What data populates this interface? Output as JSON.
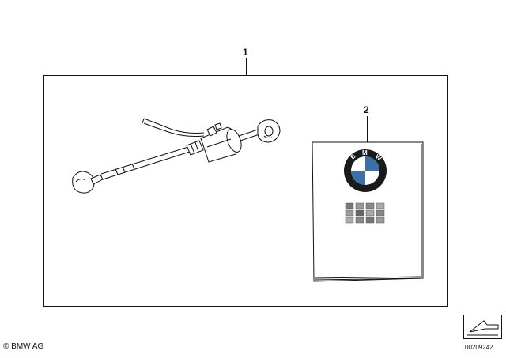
{
  "callouts": {
    "part_1": "1",
    "part_2": "2"
  },
  "booklet": {
    "brand": "BMW"
  },
  "footer": {
    "copyright": "© BMW AG",
    "diagram_number": "00209242"
  },
  "colors": {
    "line": "#111111",
    "logo_blue": "#3a6fa8",
    "logo_ring": "#1a1a1a"
  },
  "icons": [
    "cable-assembly-icon",
    "manual-booklet-icon",
    "bmw-logo-icon",
    "language-flags-icon",
    "navigation-arrow-icon"
  ]
}
